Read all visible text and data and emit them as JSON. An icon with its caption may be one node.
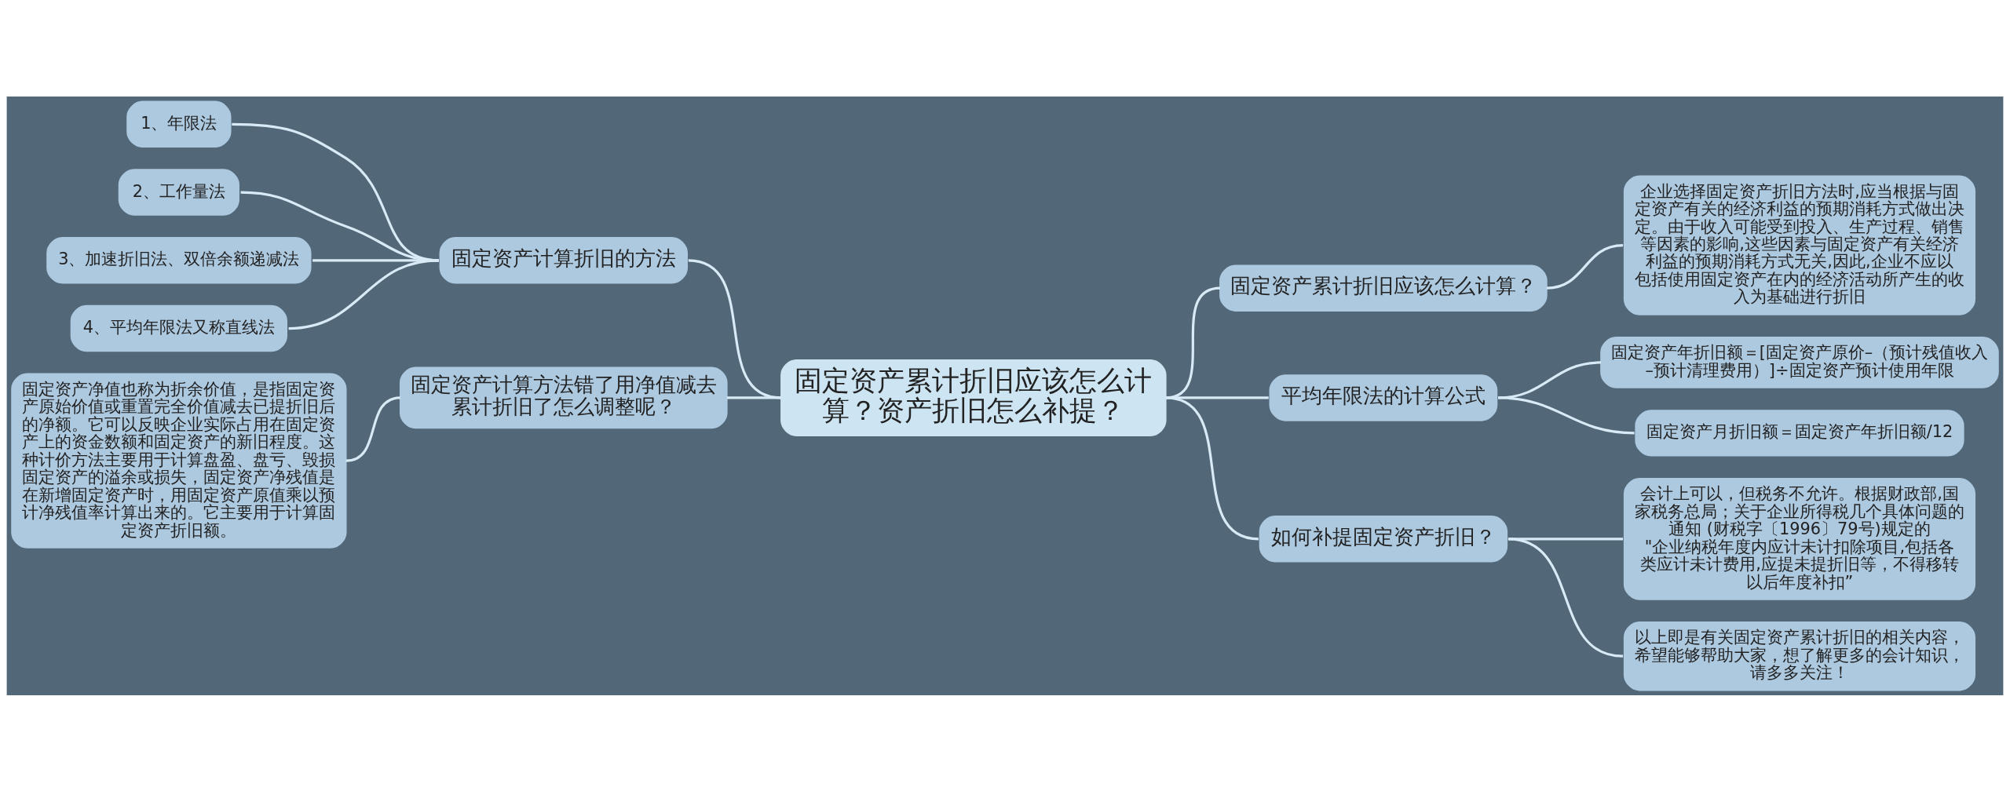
{
  "diagram": {
    "nodes": [
      {
        "text": [
          "固定资产累计折旧应该怎么计算？资产折旧怎么补提？"
        ]
      },
      {
        "text": [
          "固定资产计算折旧的方法"
        ]
      },
      {
        "text": [
          "1、年限法"
        ]
      },
      {
        "text": [
          "2、工作量法"
        ]
      },
      {
        "text": [
          "3、加速折旧法、双倍余额递减法"
        ]
      },
      {
        "text": [
          "4、平均年限法又称直线法"
        ]
      },
      {
        "text": [
          "固定资产计算方法错了用净值减去累计折旧了怎么调整呢？"
        ]
      },
      {
        "text": [
          "固定资产净值也称为折余价值，是指固定资产原始价值或重置完全价值减去已提折旧后的净额。它可以反映企业实际占用在固定资产上的资金数额和固定资产的新旧程度。这种计价方法主要用于计算盘盈、盘亏、毁损固定资产的溢余或损失，固定资产净残值是在新增固定资产时，用固定资产原值乘以预计净残值率计算出来的。它主要用于计算固定资产折旧额。"
        ]
      },
      {
        "text": [
          "固定资产累计折旧应该怎么计算？"
        ]
      },
      {
        "text": [
          "企业选择固定资产折旧方法时,应当根据与固定资产有关的经济利益的预期消耗方式做出决定。由于收入可能受到投入、生产过程、销售等因素的影响,这些因素与固定资产有关经济利益的预期消耗方式无关,因此,企业不应以包括使用固定资产在内的经济活动所产生的收入为基础进行折旧"
        ]
      },
      {
        "text": [
          "平均年限法的计算公式"
        ]
      },
      {
        "text": [
          "固定资产年折旧额＝[固定资产原价–（预计残值收入–预计清理费用）]÷固定资产预计使用年限"
        ]
      },
      {
        "text": [
          "固定资产月折旧额＝固定资产年折旧额/12"
        ]
      },
      {
        "text": [
          "如何补提固定资产折旧？"
        ]
      },
      {
        "text": [
          "会计上可以，但税务不允许。根据财政部,国家税务总局；关于企业所得税几个具体问题的通知 (财税字〔1996〕79号)规定的\"企业纳税年度内应计未计扣除项目,包括各类应计未计费用,应提未提折旧等，不得移转以后年度补扣”"
        ]
      },
      {
        "text": [
          "以上即是有关固定资产累计折旧的相关内容，希望能够帮助大家，想了解更多的会计知识，请多多关注！"
        ]
      }
    ],
    "edges": [
      {
        "from": 0,
        "to": 1,
        "arrow": "none"
      },
      {
        "from": 1,
        "to": 2,
        "arrow": "none"
      },
      {
        "from": 1,
        "to": 3,
        "arrow": "none"
      },
      {
        "from": 1,
        "to": 4,
        "arrow": "none"
      },
      {
        "from": 1,
        "to": 5,
        "arrow": "none"
      },
      {
        "from": 0,
        "to": 6,
        "arrow": "none"
      },
      {
        "from": 6,
        "to": 7,
        "arrow": "none"
      },
      {
        "from": 0,
        "to": 8,
        "arrow": "none"
      },
      {
        "from": 8,
        "to": 9,
        "arrow": "none"
      },
      {
        "from": 0,
        "to": 10,
        "arrow": "none"
      },
      {
        "from": 10,
        "to": 11,
        "arrow": "none"
      },
      {
        "from": 10,
        "to": 12,
        "arrow": "none"
      },
      {
        "from": 0,
        "to": 13,
        "arrow": "none"
      },
      {
        "from": 13,
        "to": 14,
        "arrow": "none"
      },
      {
        "from": 13,
        "to": 15,
        "arrow": "none"
      }
    ]
  }
}
